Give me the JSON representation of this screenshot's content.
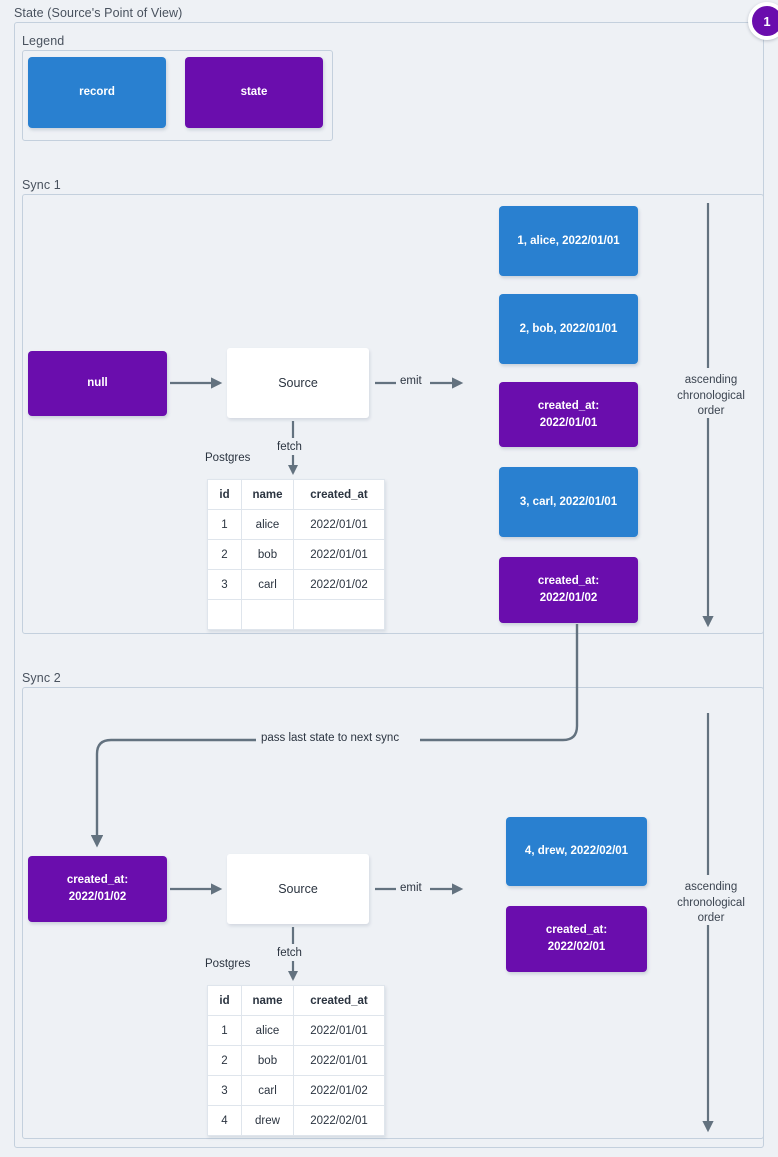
{
  "page": {
    "title": "State (Source's Point of View)",
    "badge": "1",
    "accent_record": "#2980d0",
    "accent_state": "#6a0dad",
    "background": "#eef1f5",
    "wire_color": "#63727f"
  },
  "legend": {
    "label": "Legend",
    "items": [
      {
        "label": "record",
        "kind": "record"
      },
      {
        "label": "state",
        "kind": "state"
      }
    ]
  },
  "sync1": {
    "label": "Sync 1",
    "input_state": "null",
    "source_label": "Source",
    "fetch_label": "fetch",
    "emit_label": "emit",
    "db_label": "Postgres",
    "order_label": "ascending\nchronological\norder",
    "table": {
      "columns": [
        "id",
        "name",
        "created_at"
      ],
      "rows": [
        [
          "1",
          "alice",
          "2022/01/01"
        ],
        [
          "2",
          "bob",
          "2022/01/01"
        ],
        [
          "3",
          "carl",
          "2022/01/02"
        ],
        [
          "",
          "",
          ""
        ]
      ]
    },
    "emitted": [
      {
        "kind": "record",
        "text": "1, alice, 2022/01/01"
      },
      {
        "kind": "record",
        "text": "2, bob, 2022/01/01"
      },
      {
        "kind": "state",
        "text": "created_at:\n2022/01/01"
      },
      {
        "kind": "record",
        "text": "3, carl, 2022/01/01"
      },
      {
        "kind": "state",
        "text": "created_at:\n2022/01/02"
      }
    ]
  },
  "sync2": {
    "label": "Sync 2",
    "input_state": "created_at:\n2022/01/02",
    "source_label": "Source",
    "fetch_label": "fetch",
    "emit_label": "emit",
    "db_label": "Postgres",
    "order_label": "ascending\nchronological\norder",
    "table": {
      "columns": [
        "id",
        "name",
        "created_at"
      ],
      "rows": [
        [
          "1",
          "alice",
          "2022/01/01"
        ],
        [
          "2",
          "bob",
          "2022/01/01"
        ],
        [
          "3",
          "carl",
          "2022/01/02"
        ],
        [
          "4",
          "drew",
          "2022/02/01"
        ]
      ]
    },
    "emitted": [
      {
        "kind": "record",
        "text": "4, drew, 2022/02/01"
      },
      {
        "kind": "state",
        "text": "created_at:\n2022/02/01"
      }
    ]
  },
  "connector": {
    "label": "pass last state to next sync"
  }
}
